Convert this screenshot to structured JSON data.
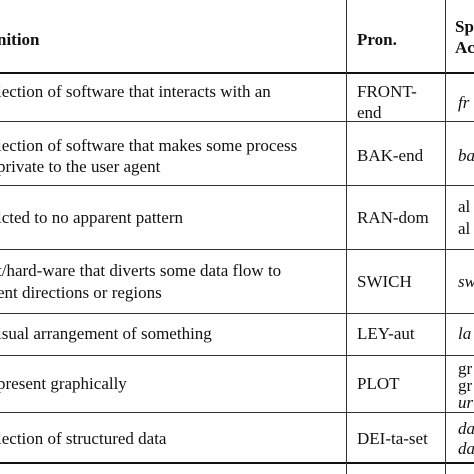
{
  "header": {
    "definition": "nition",
    "pron": "Pron.",
    "col3_line1": "Sp",
    "col3_line2": "Ac"
  },
  "rows": [
    {
      "def": [
        "lection of software that interacts with an"
      ],
      "pron": [
        "FRONT-",
        "end"
      ],
      "col3": [
        "fr"
      ]
    },
    {
      "def": [
        "lection of software that makes some process",
        "private to the user agent"
      ],
      "pron": [
        "BAK-end"
      ],
      "col3": [
        "ba"
      ]
    },
    {
      "def": [
        "lcted to no apparent pattern"
      ],
      "pron": [
        "RAN-dom"
      ],
      "col3": [
        "al",
        "al"
      ]
    },
    {
      "def": [
        "t/hard-ware that diverts some data flow to",
        "ent directions or regions"
      ],
      "pron": [
        "SWICH"
      ],
      "col3": [
        "sw"
      ]
    },
    {
      "def": [
        "isual arrangement of something"
      ],
      "pron": [
        "LEY-aut"
      ],
      "col3": [
        "la"
      ]
    },
    {
      "def": [
        "present graphically"
      ],
      "pron": [
        "PLOT"
      ],
      "col3": [
        "gr",
        "gr",
        "ur"
      ]
    },
    {
      "def": [
        "lection of structured data"
      ],
      "pron": [
        "DEI-ta-set"
      ],
      "col3": [
        "da",
        "da"
      ]
    }
  ]
}
